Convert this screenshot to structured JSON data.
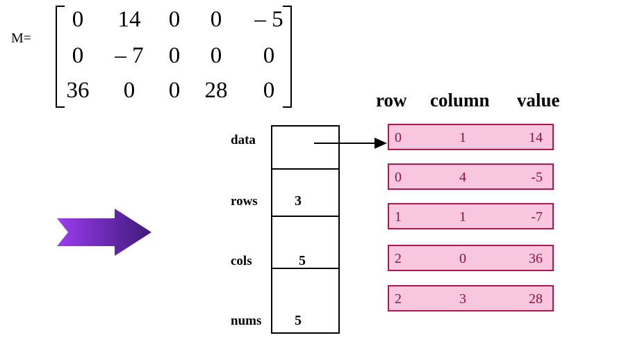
{
  "matrix": {
    "label": "M=",
    "rows": [
      [
        "0",
        "14",
        "0",
        "0",
        "– 5"
      ],
      [
        "0",
        "– 7",
        "0",
        "0",
        "0"
      ],
      [
        "36",
        "0",
        "0",
        "28",
        "0"
      ]
    ]
  },
  "triple_headers": {
    "row": "row",
    "column": "column",
    "value": "value"
  },
  "struct": {
    "fields": [
      {
        "label": "data",
        "value": ""
      },
      {
        "label": "rows",
        "value": "3"
      },
      {
        "label": "cols",
        "value": "5"
      },
      {
        "label": "nums",
        "value": "5"
      }
    ]
  },
  "triples": [
    {
      "row": "0",
      "column": "1",
      "value": "14"
    },
    {
      "row": "0",
      "column": "4",
      "value": "-5"
    },
    {
      "row": "1",
      "column": "1",
      "value": "-7"
    },
    {
      "row": "2",
      "column": "0",
      "value": "36"
    },
    {
      "row": "2",
      "column": "3",
      "value": "28"
    }
  ],
  "colors": {
    "arrow_start": "#9b3cf0",
    "arrow_end": "#3d1a78",
    "triple_fill": "#f8c6df",
    "triple_border": "#b0174f",
    "triple_text": "#8a1440"
  }
}
